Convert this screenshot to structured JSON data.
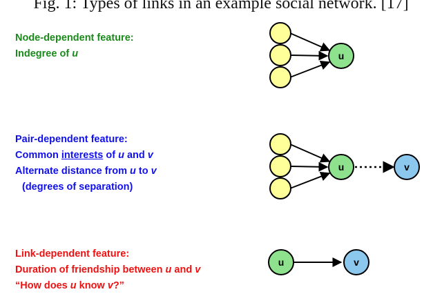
{
  "caption": "Fig. 1: Types of links in an example social network. [17]",
  "node_dependent": {
    "title": "Node-dependent feature:",
    "line1_prefix": "Indegree of ",
    "line1_var": "u"
  },
  "pair_dependent": {
    "title": "Pair-dependent feature:",
    "line1_prefix": "Common ",
    "line1_underlined": "interests",
    "line1_middle": " of ",
    "line1_var1": "u",
    "line1_and": " and ",
    "line1_var2": "v",
    "line2_prefix": "Alternate distance from ",
    "line2_var1": "u",
    "line2_to": " to ",
    "line2_var2": "v",
    "line3": "(degrees of separation)"
  },
  "link_dependent": {
    "title": "Link-dependent feature:",
    "line1_prefix": "Duration of friendship between ",
    "line1_var1": "u",
    "line1_and": " and ",
    "line1_var2": "v",
    "line2_open": "“How does ",
    "line2_var1": "u",
    "line2_mid": " know ",
    "line2_var2": "v",
    "line2_close": "?”"
  },
  "nodes": {
    "u_label": "u",
    "v_label": "v"
  },
  "colors": {
    "green_text": "#1a8a1a",
    "blue_text": "#1010ee",
    "red_text": "#ee1111",
    "yellow_node": "#ffff99",
    "green_node": "#8ee28e",
    "blue_node": "#8cc7ee"
  }
}
